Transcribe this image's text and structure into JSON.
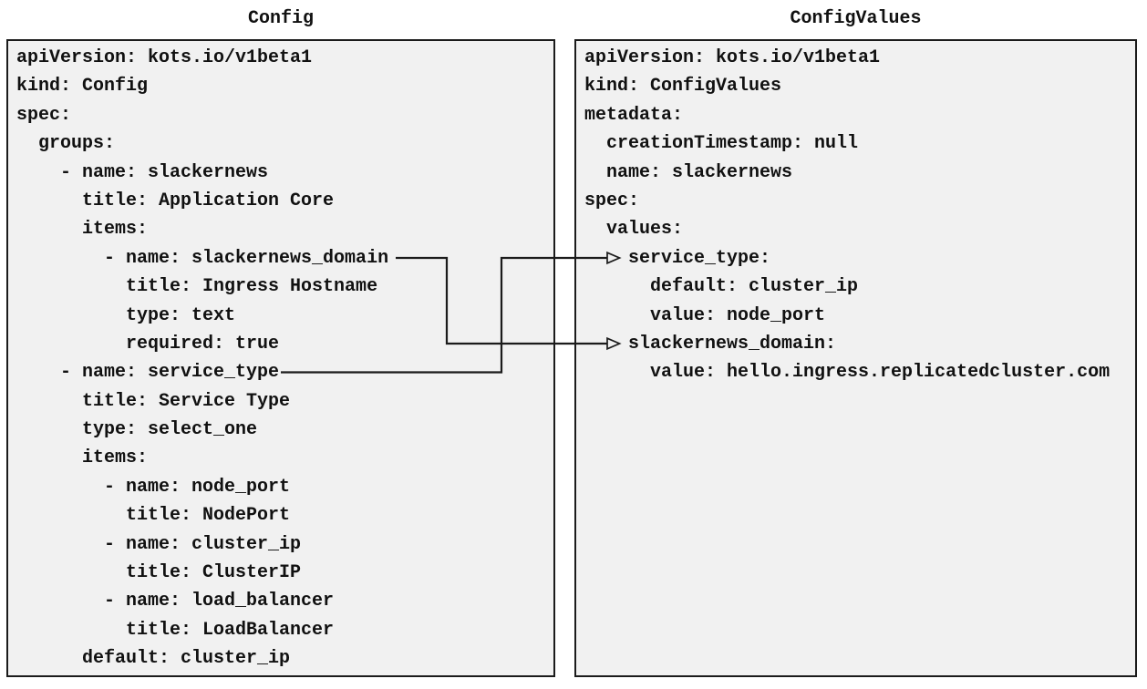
{
  "left_panel": {
    "title": "Config",
    "lines": [
      "apiVersion: kots.io/v1beta1",
      "kind: Config",
      "spec:",
      "  groups:",
      "    - name: slackernews",
      "      title: Application Core",
      "      items:",
      "        - name: slackernews_domain",
      "          title: Ingress Hostname",
      "          type: text",
      "          required: true",
      "    - name: service_type",
      "      title: Service Type",
      "      type: select_one",
      "      items:",
      "        - name: node_port",
      "          title: NodePort",
      "        - name: cluster_ip",
      "          title: ClusterIP",
      "        - name: load_balancer",
      "          title: LoadBalancer",
      "      default: cluster_ip"
    ]
  },
  "right_panel": {
    "title": "ConfigValues",
    "lines": [
      "apiVersion: kots.io/v1beta1",
      "kind: ConfigValues",
      "metadata:",
      "  creationTimestamp: null",
      "  name: slackernews",
      "spec:",
      "  values:",
      "    service_type:",
      "      default: cluster_ip",
      "      value: node_port",
      "    slackernews_domain:",
      "      value: hello.ingress.replicatedcluster.com"
    ]
  },
  "connectors": [
    {
      "from": "slackernews_domain",
      "to": "slackernews_domain:"
    },
    {
      "from": "service_type",
      "to": "service_type:"
    }
  ],
  "colors": {
    "panel_bg": "#f1f1f1",
    "panel_border": "#1b1b1b",
    "text": "#111111",
    "connector": "#1b1b1b"
  }
}
